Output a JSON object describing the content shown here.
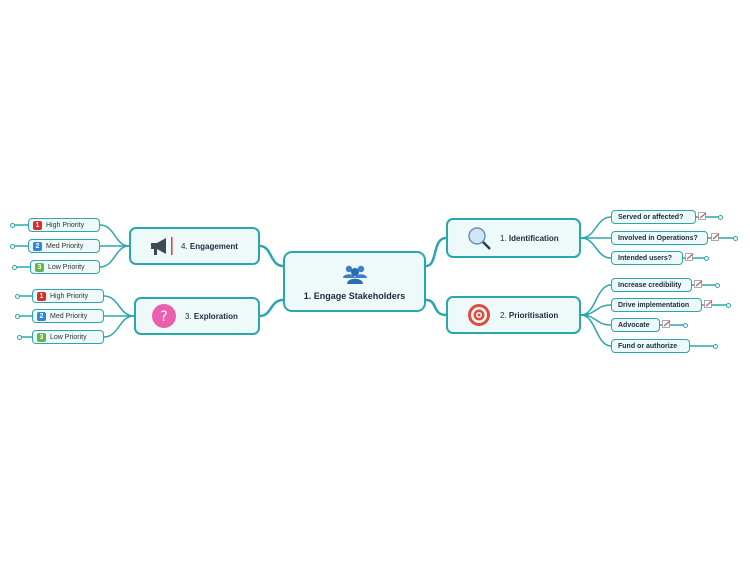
{
  "central": {
    "title": "1. Engage Stakeholders",
    "icon": "people-group-icon"
  },
  "branches": {
    "identification": {
      "num": "1.",
      "title": "Identification",
      "icon": "magnifier-icon",
      "children": [
        "Served or affected?",
        "Involved in Operations?",
        "Intended users?"
      ]
    },
    "prioritisation": {
      "num": "2.",
      "title": "Prioritisation",
      "icon": "target-icon",
      "children": [
        "Increase credibility",
        "Drive implementation",
        "Advocate",
        "Fund or authorize"
      ]
    },
    "exploration": {
      "num": "3.",
      "title": "Exploration",
      "icon": "question-icon",
      "children": [
        {
          "badge": "1",
          "label": "High Priority"
        },
        {
          "badge": "2",
          "label": "Med Priority"
        },
        {
          "badge": "3",
          "label": "Low Priority"
        }
      ]
    },
    "engagement": {
      "num": "4.",
      "title": "Engagement",
      "icon": "megaphone-icon",
      "children": [
        {
          "badge": "1",
          "label": "High Priority"
        },
        {
          "badge": "2",
          "label": "Med Priority"
        },
        {
          "badge": "3",
          "label": "Low Priority"
        }
      ]
    }
  },
  "colors": {
    "line": "#2aa7ac",
    "fill": "#eef9fa",
    "high": "#e02b2b",
    "med": "#2f86d6",
    "low": "#6ab04c"
  }
}
